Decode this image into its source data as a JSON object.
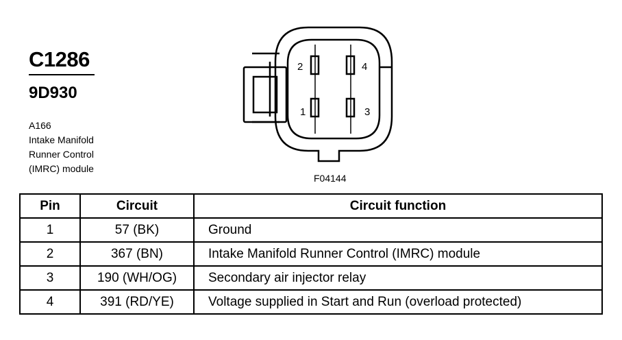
{
  "connector": {
    "id": "C1286",
    "part_number": "9D930",
    "description_lines": [
      "A166",
      "Intake Manifold",
      "Runner Control",
      "(IMRC) module"
    ],
    "pin_labels": {
      "pin1": "1",
      "pin2": "2",
      "pin3": "3",
      "pin4": "4"
    },
    "figure_id": "F04144"
  },
  "table": {
    "headers": {
      "pin": "Pin",
      "circuit": "Circuit",
      "function": "Circuit function"
    },
    "rows": [
      {
        "pin": "1",
        "circuit": "57 (BK)",
        "function": "Ground"
      },
      {
        "pin": "2",
        "circuit": "367 (BN)",
        "function": "Intake Manifold Runner Control (IMRC) module"
      },
      {
        "pin": "3",
        "circuit": "190 (WH/OG)",
        "function": "Secondary air injector relay"
      },
      {
        "pin": "4",
        "circuit": "391 (RD/YE)",
        "function": "Voltage supplied in Start and Run (overload protected)"
      }
    ]
  }
}
